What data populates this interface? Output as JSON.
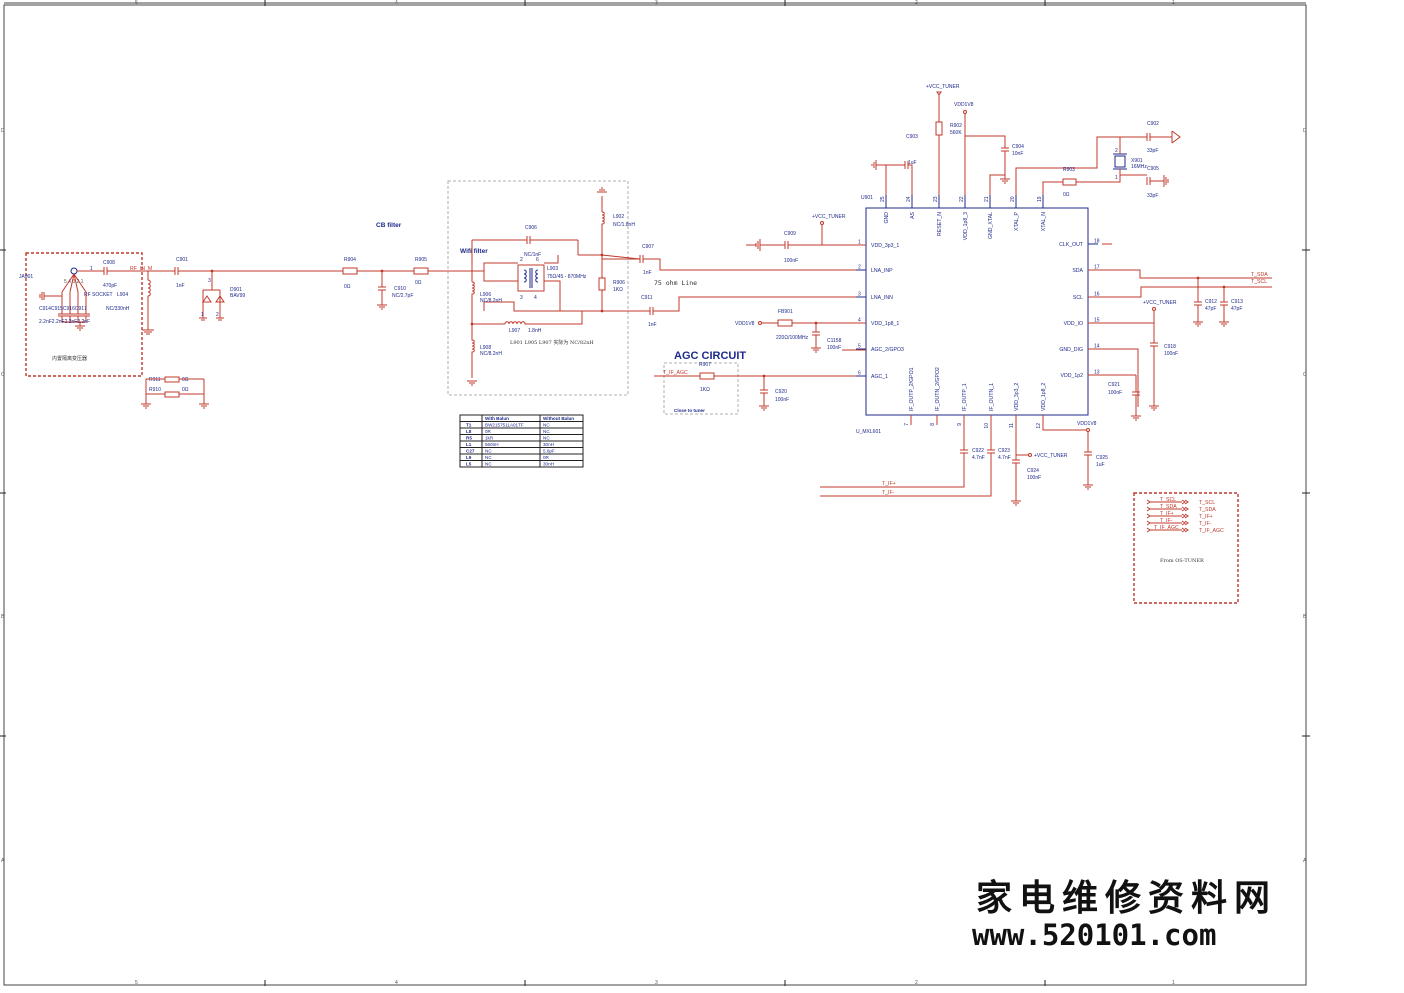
{
  "frame": {
    "col_labels": [
      "5",
      "4",
      "3",
      "2",
      "1"
    ],
    "row_labels": [
      "D",
      "C",
      "B",
      "A"
    ]
  },
  "rf_input": {
    "connector": "JA901",
    "socket": "RF SOCKET",
    "inductor": "L904",
    "inductor_value": "NC/330nH",
    "cap_c908": "C908",
    "cap_c908_value": "470pF",
    "net_rf": "RF_IN_M",
    "caps_group": "C914C915C916C917",
    "caps_values": "2.2nF2.2nF2.2nF2.2nF",
    "box_caption": "内置隔离变压器",
    "pin_nums": "5 4 3 2 1",
    "pin1": "1"
  },
  "c901": {
    "ref": "C901",
    "value": "1nF"
  },
  "d901": {
    "ref": "D901",
    "value": "BAV99",
    "pin1": "1",
    "pin2": "2",
    "pin3": "3"
  },
  "r911": {
    "ref": "R911",
    "value": "0Ω"
  },
  "r910": {
    "ref": "R910",
    "value": "0Ω"
  },
  "cb_filter": {
    "title": "CB filter",
    "r904": "R904",
    "r904_value": "0Ω",
    "r905": "R905",
    "r905_value": "0Ω",
    "c910": "C910",
    "c910_value": "NC/2.7pF"
  },
  "wifi_filter": {
    "title": "Wifi filter",
    "c906": "C906",
    "c906_value": "NC/1nF",
    "l903": "L903",
    "l903_value": "75Ω/45 - 870MHz",
    "l902": "L902",
    "l902_value": "NC/1.8nH",
    "r906": "R906",
    "r906_value": "1KΩ",
    "l906": "L906",
    "l906_value": "NC/8.2nH",
    "l907": "L907",
    "l907_value": "1.8nH",
    "l908": "L908",
    "l908_value": "NC/8.2nH",
    "note": "L901 L905 L907 实际为 NC/82nH",
    "balun_pins": [
      "2",
      "6",
      "3",
      "4"
    ]
  },
  "balun_table": {
    "headers": [
      "",
      "With Balun",
      "Without Balun"
    ],
    "rows": [
      [
        "T1",
        "BW2157511A01TF",
        "NC"
      ],
      [
        "L8",
        "0R",
        "NC"
      ],
      [
        "R5",
        "1kR",
        "NC"
      ],
      [
        "L1",
        "560nH",
        "30nH"
      ],
      [
        "C27",
        "NC",
        "5.6pF"
      ],
      [
        "L9",
        "NC",
        "0R"
      ],
      [
        "L5",
        "NC",
        "30nH"
      ]
    ]
  },
  "c907": {
    "ref": "C907",
    "value": "1nF"
  },
  "c911": {
    "ref": "C911",
    "value": "1nF"
  },
  "line_note": "75 ohm Line",
  "agc": {
    "title": "AGC CIRCUIT",
    "net": "T_IF_AGC",
    "r907": "R907",
    "r907_value": "1KΩ",
    "c920": "C920",
    "c920_value": "100nF",
    "close": "Close to tuner"
  },
  "chip": {
    "ref": "U901",
    "name": "U_MXL601",
    "left_pins": [
      {
        "num": "1",
        "name": "VDD_3p3_1"
      },
      {
        "num": "2",
        "name": "LNA_INP"
      },
      {
        "num": "3",
        "name": "LNA_INN"
      },
      {
        "num": "4",
        "name": "VDD_1p8_1"
      },
      {
        "num": "5",
        "name": "AGC_2/GPO3"
      },
      {
        "num": "6",
        "name": "AGC_1"
      }
    ],
    "right_pins": [
      {
        "num": "18",
        "name": "CLK_OUT"
      },
      {
        "num": "17",
        "name": "SDA"
      },
      {
        "num": "16",
        "name": "SCL"
      },
      {
        "num": "15",
        "name": "VDD_IO"
      },
      {
        "num": "14",
        "name": "GND_DIG"
      },
      {
        "num": "13",
        "name": "VDD_1p2"
      }
    ],
    "top_pins": [
      {
        "num": "25",
        "name": "GND"
      },
      {
        "num": "24",
        "name": "AS"
      },
      {
        "num": "23",
        "name": "RESET_N"
      },
      {
        "num": "22",
        "name": "VDD_1p8_3"
      },
      {
        "num": "21",
        "name": "GND_XTAL"
      },
      {
        "num": "20",
        "name": "XTAL_P"
      },
      {
        "num": "19",
        "name": "XTAL_N"
      }
    ],
    "bottom_pins": [
      {
        "num": "7",
        "name": "IF_OUTP_2/GPO1"
      },
      {
        "num": "8",
        "name": "IF_OUTN_2/GPO2"
      },
      {
        "num": "9",
        "name": "IF_OUTP_1"
      },
      {
        "num": "10",
        "name": "IF_OUTN_1"
      },
      {
        "num": "11",
        "name": "VDD_3p3_2"
      },
      {
        "num": "12",
        "name": "VDD_1p8_2"
      }
    ]
  },
  "power": {
    "vcc_tuner": "+VCC_TUNER",
    "vdd1v8": "VDD1V8"
  },
  "top_parts": {
    "c903": "C903",
    "c903_value": "1uF",
    "r902": "R902",
    "r902_value": "560K",
    "c904": "C904",
    "c904_value": "10nF",
    "c902": "C902",
    "c902_value": "33pF",
    "c905": "C905",
    "c905_value": "33pF",
    "x901": "X901",
    "x901_value": "16MHz",
    "r903": "R903",
    "r903_value": "0Ω",
    "x_pin1": "1",
    "x_pin2": "2"
  },
  "left_parts": {
    "c909": "C909",
    "c909_value": "100nF",
    "fb901": "FB901",
    "fb901_value": "220Ω/100MHz",
    "c1158": "C1158",
    "c1158_value": "100nF"
  },
  "right_parts": {
    "t_sda": "T_SDA",
    "t_scl": "T_SCL",
    "c912": "C912",
    "c912_value": "47pF",
    "c913": "C913",
    "c913_value": "47pF",
    "c918": "C918",
    "c918_value": "100nF",
    "c921": "C921",
    "c921_value": "100nF"
  },
  "bottom_parts": {
    "c922": "C922",
    "c922_value": "4.7nF",
    "c923": "C923",
    "c923_value": "4.7nF",
    "c924": "C924",
    "c924_value": "100nF",
    "c925": "C925",
    "c925_value": "1uF",
    "t_if_p": "T_IF+",
    "t_if_n": "T_IF-"
  },
  "offsheet": {
    "labels": [
      "T_SCL",
      "T_SDA",
      "T_IF+",
      "T_IF-",
      "T_IF_AGC"
    ],
    "caption": "From OS-TUNER"
  },
  "watermark": {
    "cn": "家电维修资料网",
    "url": "www.520101.com"
  }
}
